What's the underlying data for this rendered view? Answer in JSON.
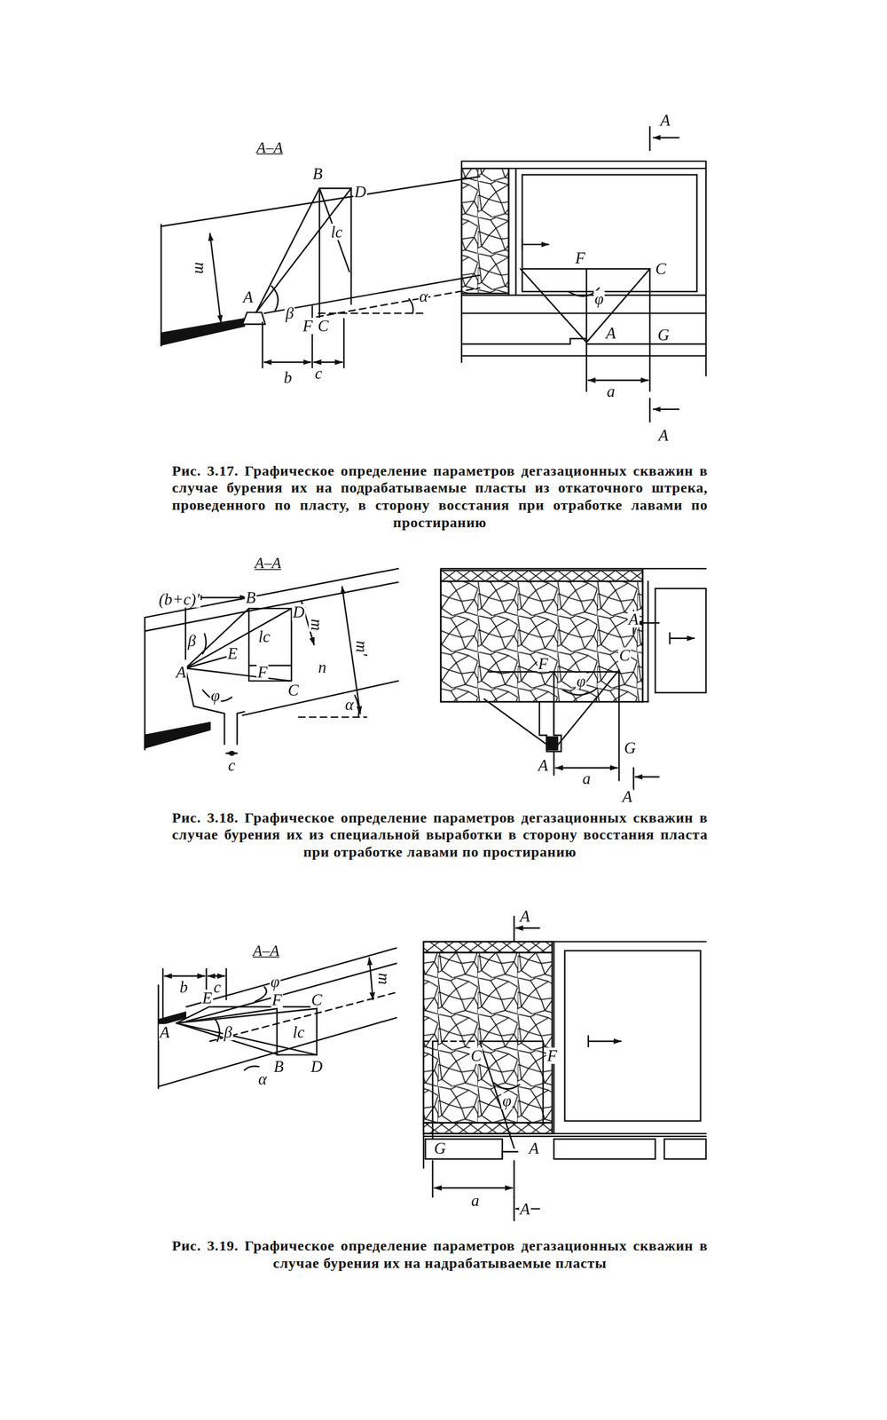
{
  "diagram": {
    "labels": [
      "A–A",
      "B",
      "D",
      "lc",
      "m",
      "A",
      "β",
      "α",
      "F",
      "C",
      "b",
      "c",
      "A",
      "F",
      "C",
      "φ",
      "A",
      "G",
      "a",
      "A",
      "Рис. 3.17. Графическое определение параметров дегазационных скважин в случае бурения их на подрабатываемые пласты из откаточного штрека, проведенного по пласту, в сторону восстания при отработке лавами по простиранию",
      "A–A",
      "(b+c)'",
      "B",
      "D",
      "m",
      "m'",
      "β",
      "lc",
      "A",
      "E",
      "F",
      "n",
      "C",
      "φ",
      "α",
      "c",
      "A",
      "F",
      "C",
      "φ",
      "G",
      "A",
      "a",
      "A",
      "Рис. 3.18. Графическое определение параметров дегазационных скважин в случае бурения их из специальной выработки в сторону восстания пласта при отработке лавами по простиранию",
      "A–A",
      "b",
      "c",
      "φ",
      "m",
      "E",
      "F",
      "C",
      "lc",
      "A",
      "β",
      "B",
      "D",
      "α",
      "A",
      "C",
      "F",
      "φ",
      "G",
      "A",
      "a",
      "A",
      "Рис. 3.19. Графическое определение параметров дегазационных скважин в случае бурения их на надрабатываемые пласты"
    ]
  }
}
